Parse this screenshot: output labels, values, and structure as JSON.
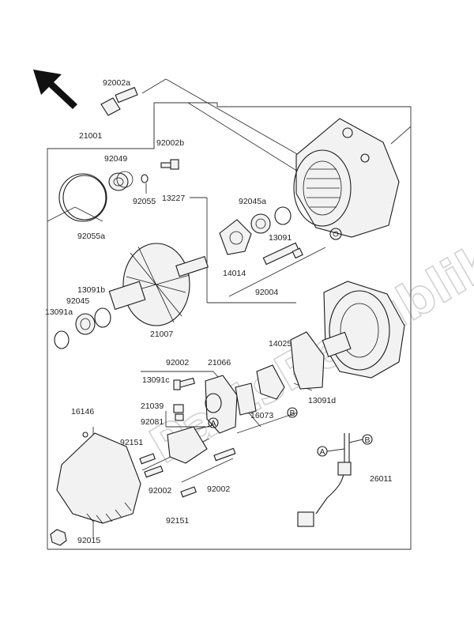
{
  "watermark": "PartsRepublik",
  "labels": {
    "p92002a": "92002a",
    "p21001": "21001",
    "p92049": "92049",
    "p92002b": "92002b",
    "p13227": "13227",
    "p92045a": "92045a",
    "p92055": "92055",
    "p13091": "13091",
    "p92055a": "92055a",
    "p14014": "14014",
    "p92004": "92004",
    "p13091b": "13091b",
    "p92045": "92045",
    "p13091a": "13091a",
    "p21007": "21007",
    "p14025": "14025",
    "p92002_top": "92002",
    "p21066": "21066",
    "p13091c": "13091c",
    "p13091d": "13091d",
    "p21039": "21039",
    "p16073": "16073",
    "p16146": "16146",
    "p92081": "92081",
    "p92151_a": "92151",
    "p92002_left": "92002",
    "p92002_right": "92002",
    "p92151_b": "92151",
    "p26011": "26011",
    "p92015": "92015"
  },
  "refs": {
    "A": "A",
    "B": "B"
  }
}
